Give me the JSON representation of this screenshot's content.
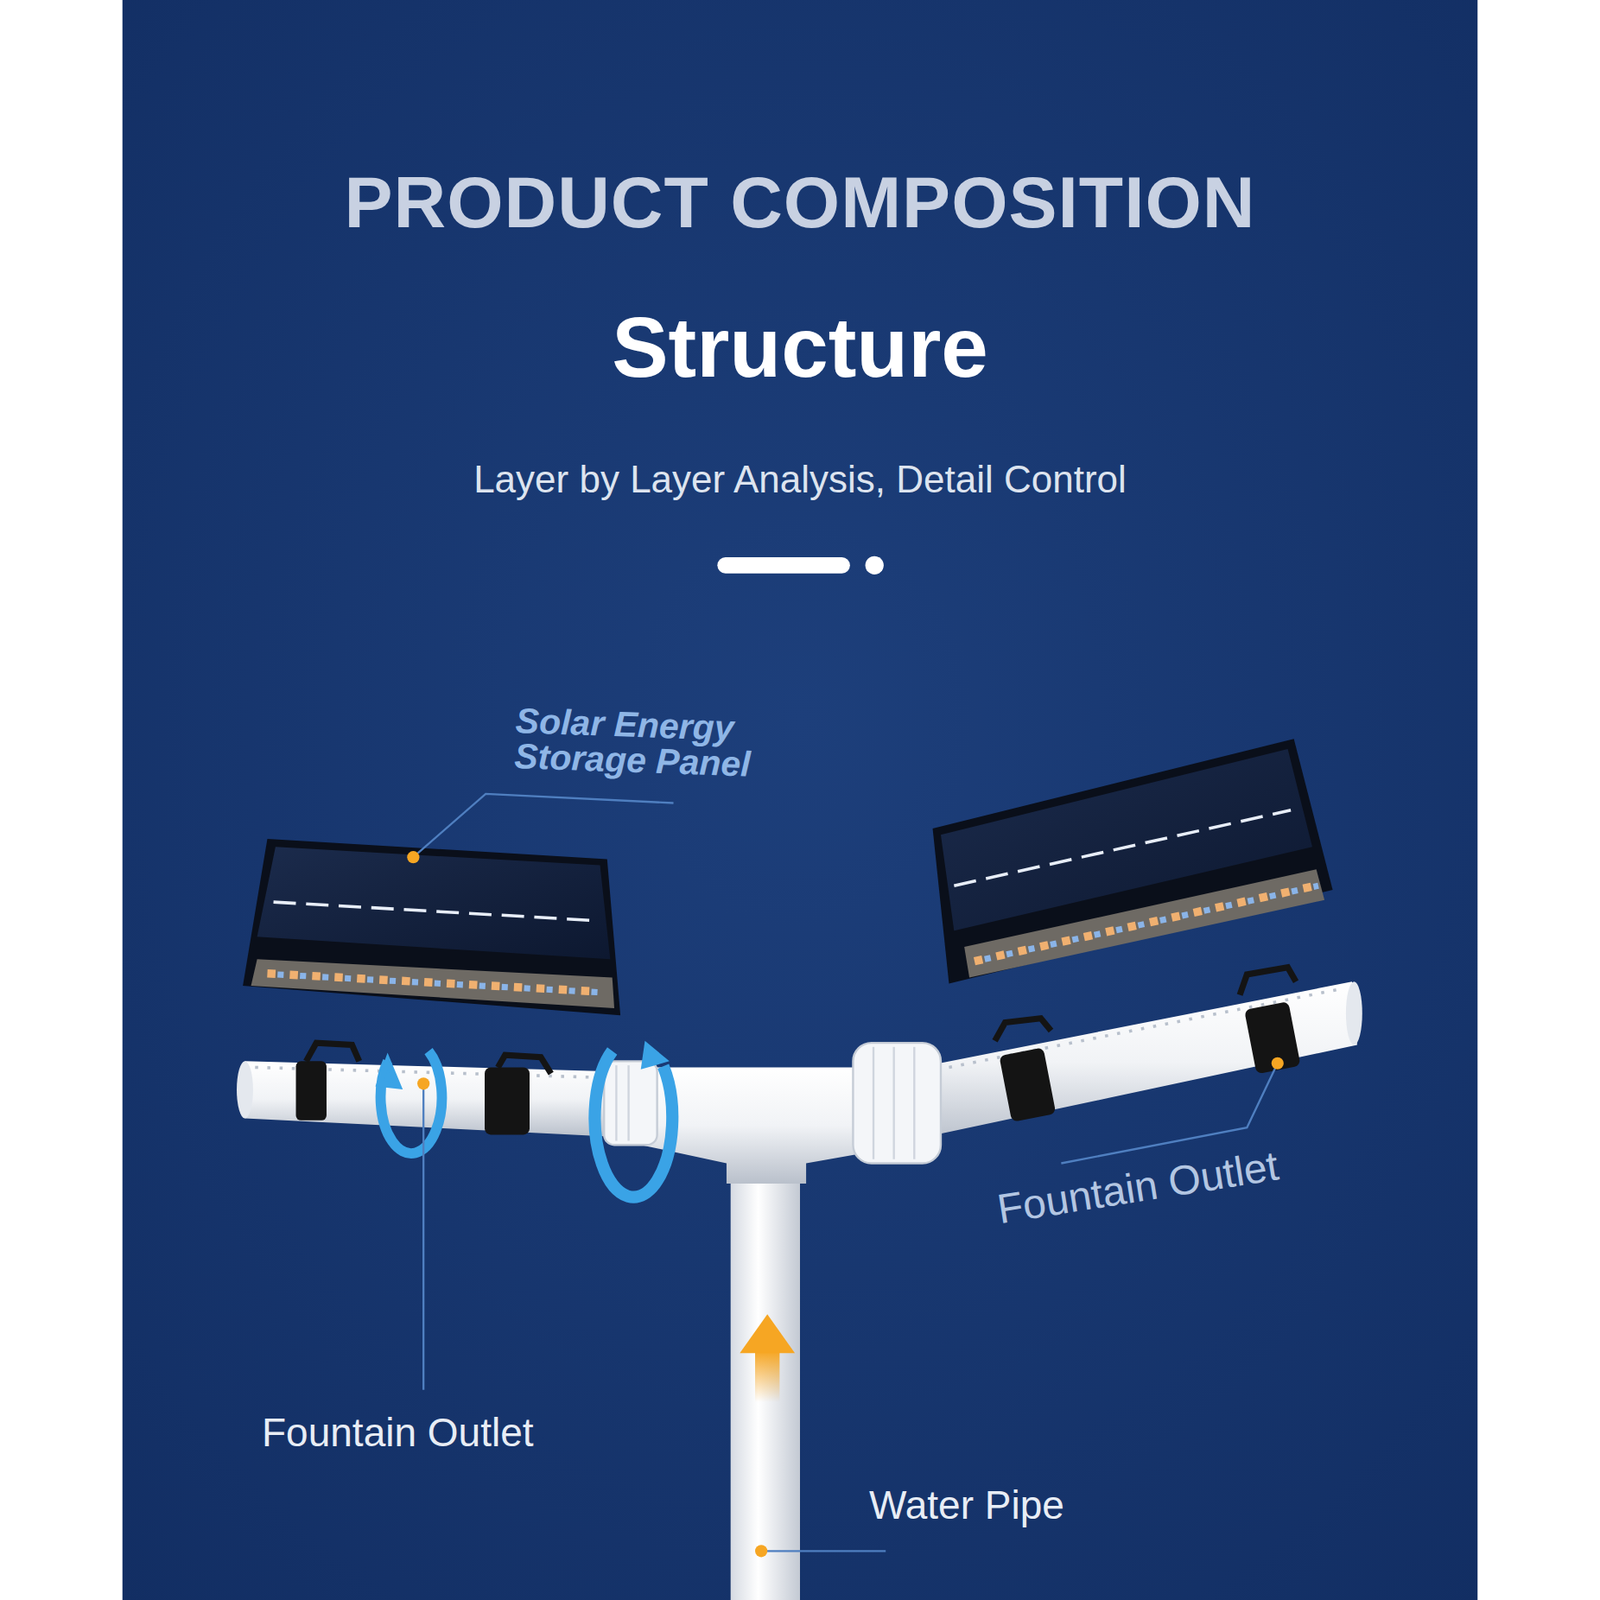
{
  "diagram": {
    "title": "PRODUCT COMPOSITION",
    "labels": [
      "Structure",
      "Layer by Layer Analysis, Detail Control",
      "Solar Energy Storage Panel",
      "Fountain Outlet",
      "Fountain Outlet",
      "Water Pipe"
    ]
  }
}
